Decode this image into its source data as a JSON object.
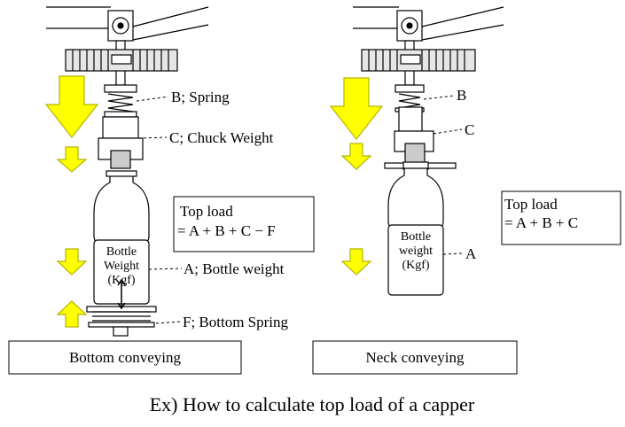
{
  "caption": "Ex) How to calculate top load of a capper",
  "colors": {
    "arrow_fill": "#ffff00",
    "arrow_stroke": "#b5b500",
    "gear_fill": "#e6e6e6",
    "line": "#000000"
  },
  "left_panel": {
    "label_b": "B; Spring",
    "label_c": "C; Chuck Weight",
    "label_a": "A; Bottle  weight",
    "label_f": "F; Bottom  Spring",
    "bottle_text": [
      "Bottle",
      "Weight",
      "(Kgf)"
    ],
    "formula_title": "Top load",
    "formula": "= A + B + C − F",
    "footer": "Bottom conveying"
  },
  "right_panel": {
    "label_b": "B",
    "label_c": "C",
    "label_a": "A",
    "bottle_text": [
      "Bottle",
      "weight",
      "(Kgf)"
    ],
    "formula_title": "Top load",
    "formula": "= A + B + C",
    "footer": "Neck conveying"
  }
}
